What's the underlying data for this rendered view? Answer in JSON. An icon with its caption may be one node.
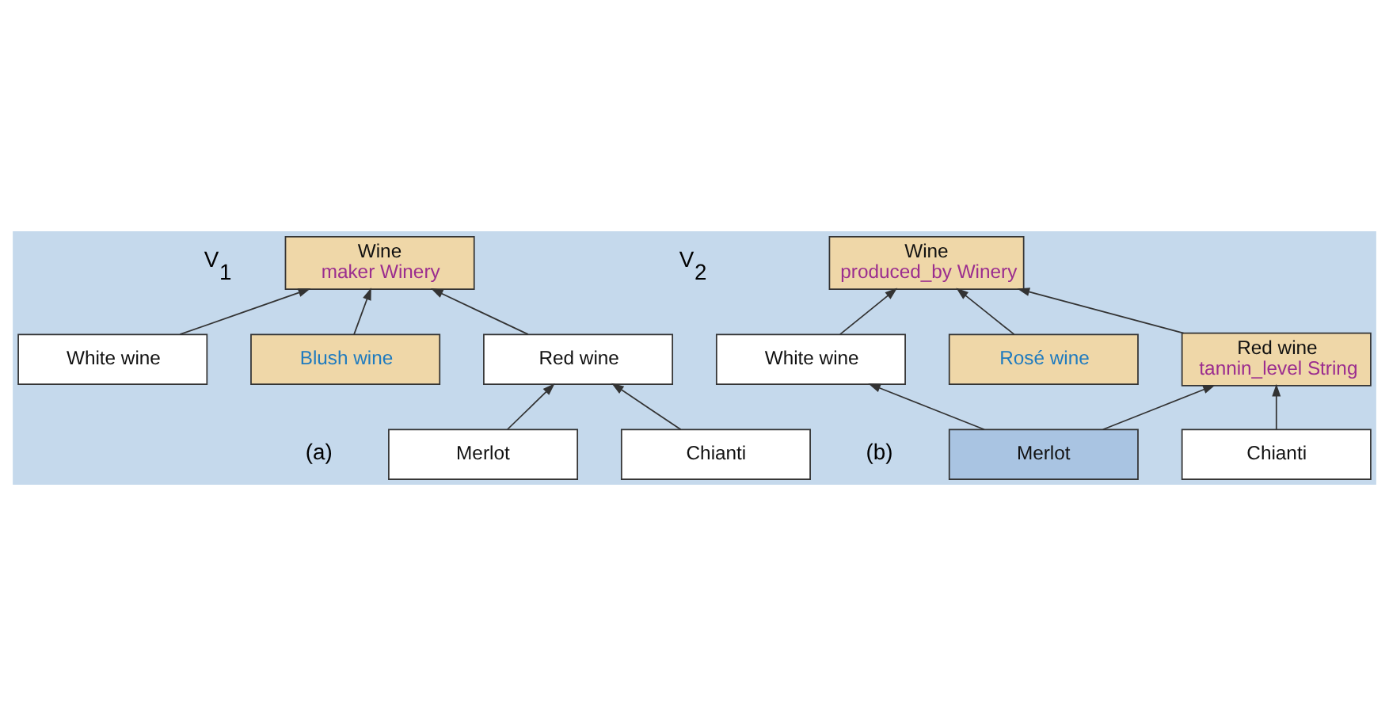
{
  "diagram": {
    "nodes": [
      {
        "text": [
          "Wine",
          "maker Winery"
        ]
      },
      {
        "text": [
          "White wine"
        ]
      },
      {
        "text": [
          "Blush wine"
        ]
      },
      {
        "text": [
          "Red wine"
        ]
      },
      {
        "text": [
          "Merlot"
        ]
      },
      {
        "text": [
          "Chianti"
        ]
      },
      {
        "text": [
          "Wine",
          "produced_by Winery"
        ]
      },
      {
        "text": [
          "White wine"
        ]
      },
      {
        "text": [
          "Rosé wine"
        ]
      },
      {
        "text": [
          "Red wine",
          "tannin_level String"
        ]
      },
      {
        "text": [
          "Merlot"
        ]
      },
      {
        "text": [
          "Chianti"
        ]
      }
    ],
    "edges": [
      {
        "from": 1,
        "to": 0,
        "arrow": "to"
      },
      {
        "from": 2,
        "to": 0,
        "arrow": "to"
      },
      {
        "from": 3,
        "to": 0,
        "arrow": "to"
      },
      {
        "from": 4,
        "to": 3,
        "arrow": "to"
      },
      {
        "from": 5,
        "to": 3,
        "arrow": "to"
      },
      {
        "from": 7,
        "to": 6,
        "arrow": "to"
      },
      {
        "from": 8,
        "to": 6,
        "arrow": "to"
      },
      {
        "from": 9,
        "to": 6,
        "arrow": "to"
      },
      {
        "from": 10,
        "to": 9,
        "arrow": "to"
      },
      {
        "from": 11,
        "to": 9,
        "arrow": "to"
      },
      {
        "from": 10,
        "to": 7,
        "arrow": "to"
      }
    ],
    "labels": [
      "V$_{1}$",
      "(a)",
      "V$_{2}$",
      "(b)"
    ]
  }
}
